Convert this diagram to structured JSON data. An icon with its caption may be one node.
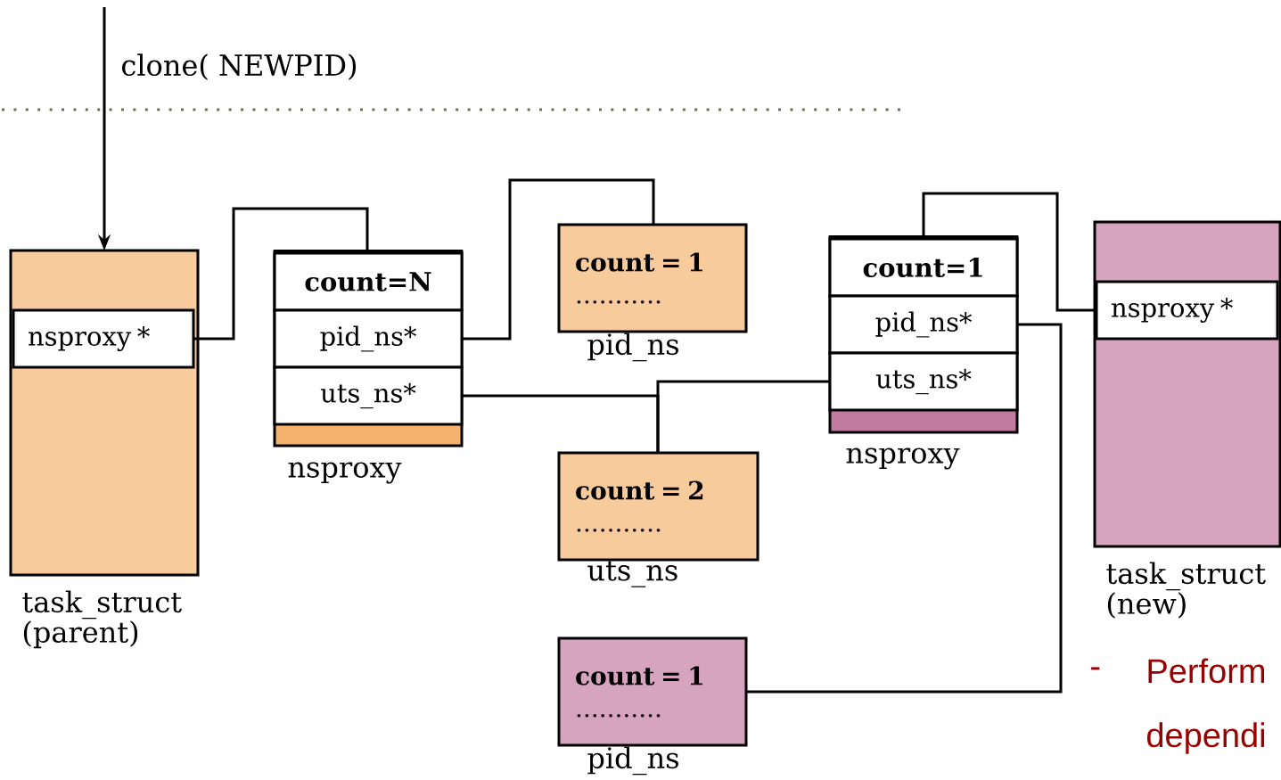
{
  "diagram": {
    "nodes": [
      {
        "text": [],
        "shape": "box",
        "beside": [
          "task_struct (parent)"
        ]
      },
      {
        "text": [
          "nsproxy *"
        ],
        "in": 0
      },
      {
        "text": [],
        "shape": "box",
        "beside": [
          "nsproxy"
        ]
      },
      {
        "text": [
          "count=N"
        ],
        "in": 2
      },
      {
        "text": [
          "pid_ns*"
        ],
        "in": 2
      },
      {
        "text": [
          "uts_ns*"
        ],
        "in": 2
      },
      {
        "text": [
          "count = 1",
          "..........."
        ],
        "beside": [
          "pid_ns"
        ]
      },
      {
        "text": [
          "count = 2",
          "..........."
        ],
        "beside": [
          "uts_ns"
        ]
      },
      {
        "text": [],
        "shape": "box",
        "beside": [
          "nsproxy"
        ]
      },
      {
        "text": [
          "count=1"
        ],
        "in": 8
      },
      {
        "text": [
          "pid_ns*"
        ],
        "in": 8
      },
      {
        "text": [
          "uts_ns*"
        ],
        "in": 8
      },
      {
        "text": [],
        "shape": "box",
        "beside": [
          "task_struct (new)"
        ]
      },
      {
        "text": [
          "nsproxy *"
        ],
        "in": 12
      },
      {
        "text": [
          "count = 1",
          "..........."
        ],
        "beside": [
          "pid_ns"
        ]
      }
    ],
    "edges": [
      {
        "from": null,
        "to": 0,
        "arrow": "to",
        "label": "clone( NEWPID)"
      },
      {
        "from": 1,
        "to": 2,
        "arrow": "none"
      },
      {
        "from": 4,
        "to": 6,
        "arrow": "none"
      },
      {
        "from": 5,
        "to": 7,
        "arrow": "none"
      },
      {
        "from": 11,
        "to": 7,
        "arrow": "none"
      },
      {
        "from": 13,
        "to": 8,
        "arrow": "none"
      },
      {
        "from": 10,
        "to": 14,
        "arrow": "none"
      }
    ],
    "labels": [
      "-",
      "Perform dependi"
    ]
  }
}
